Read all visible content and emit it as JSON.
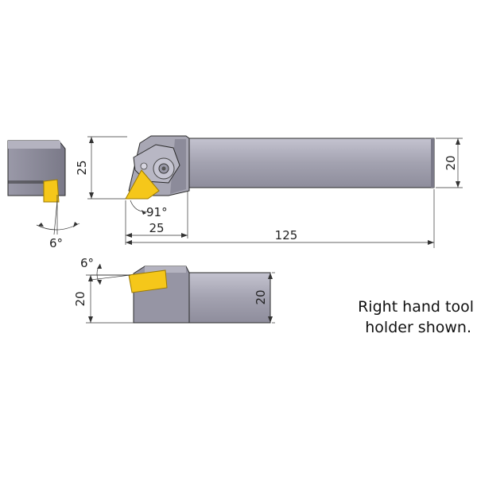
{
  "colors": {
    "shank_body": "#a3a2b0",
    "shank_dark": "#6e6e7e",
    "shank_light": "#c4c3d0",
    "insert": "#f5c71a",
    "insert_edge": "#9c7a00",
    "outline": "#2a2a2a"
  },
  "dimensions": {
    "end_clearance_angle": "6°",
    "shank_height": "25",
    "shank_width_side": "20",
    "approach_angle": "91°",
    "head_length": "25",
    "overall_length": "125",
    "side_clearance_angle": "6°",
    "front_height": "20",
    "front_width": "20"
  },
  "note": {
    "line1": "Right hand tool",
    "line2": "holder shown."
  }
}
